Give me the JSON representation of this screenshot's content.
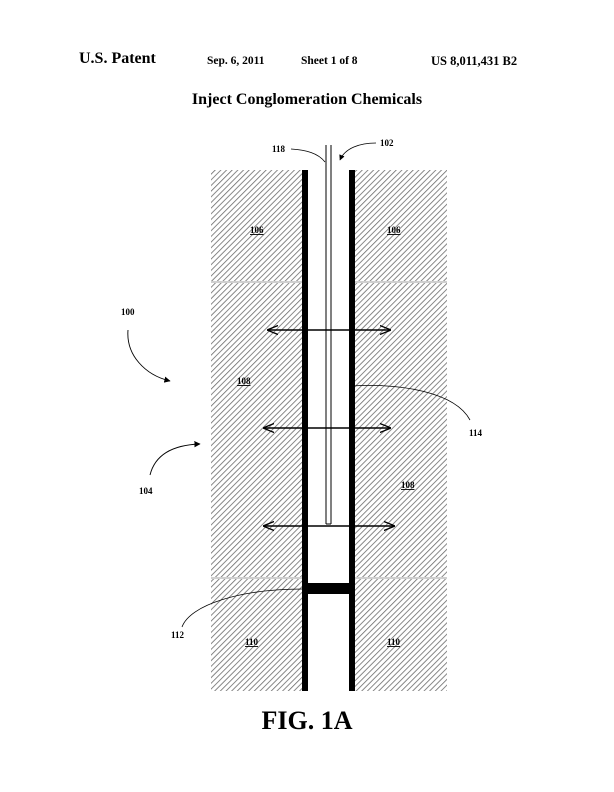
{
  "header": {
    "patent": "U.S. Patent",
    "date": "Sep. 6, 2011",
    "sheet": "Sheet 1 of 8",
    "number": "US 8,011,431 B2"
  },
  "title": "Inject Conglomeration Chemicals",
  "figure_label": "FIG. 1A",
  "refs": {
    "r100": "100",
    "r102": "102",
    "r104": "104",
    "r106a": "106",
    "r106b": "106",
    "r108a": "108",
    "r108b": "108",
    "r110a": "110",
    "r110b": "110",
    "r112": "112",
    "r114": "114",
    "r118": "118"
  }
}
